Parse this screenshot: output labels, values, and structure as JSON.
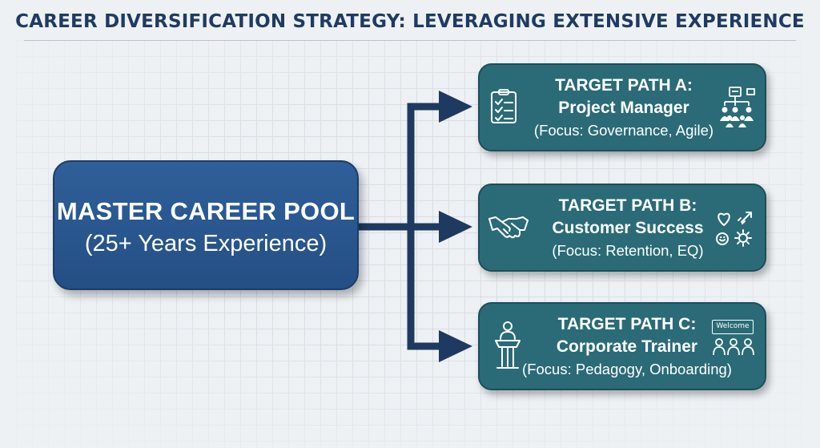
{
  "title": "CAREER DIVERSIFICATION STRATEGY: LEVERAGING EXTENSIVE EXPERIENCE",
  "master": {
    "heading": "MASTER CAREER POOL",
    "subheading": "(25+ Years Experience)"
  },
  "targets": [
    {
      "heading": "TARGET PATH A:",
      "role": "Project Manager",
      "focus": "(Focus: Governance, Agile)",
      "left_icon": "checklist-icon",
      "right_icon": "team-hierarchy-icon"
    },
    {
      "heading": "TARGET PATH B:",
      "role": "Customer Success",
      "focus": "(Focus: Retention, EQ)",
      "left_icon": "handshake-icon",
      "right_icon": "heart-gear-icon"
    },
    {
      "heading": "TARGET PATH C:",
      "role": "Corporate Trainer",
      "focus": "(Focus: Pedagogy, Onboarding)",
      "left_icon": "podium-speaker-icon",
      "right_icon": "welcome-audience-icon",
      "welcome_sign": "Welcome"
    }
  ],
  "colors": {
    "title": "#1f3b63",
    "master_fill": "#2b5a93",
    "target_fill": "#2a6b77",
    "arrow": "#1e3a60",
    "background": "#eef1f4"
  }
}
